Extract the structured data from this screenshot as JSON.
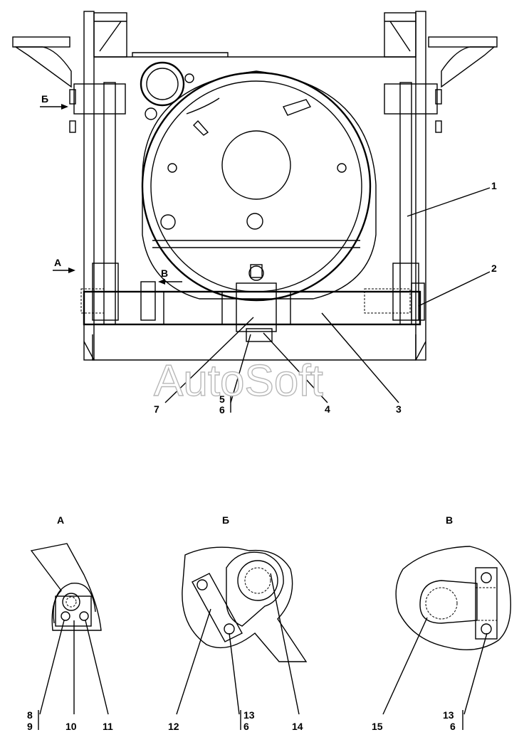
{
  "watermark": "AutoSoft",
  "main_view": {
    "view_markers": {
      "a": "А",
      "b": "Б",
      "v": "В"
    },
    "callouts": {
      "c1": "1",
      "c2": "2",
      "c3": "3",
      "c4": "4",
      "c5": "5",
      "c6": "6",
      "c7": "7"
    }
  },
  "detail_a": {
    "title": "А",
    "callouts": {
      "c8": "8",
      "c9": "9",
      "c10": "10",
      "c11": "11"
    }
  },
  "detail_b": {
    "title": "Б",
    "callouts": {
      "c12": "12",
      "c13": "13",
      "c6": "6",
      "c14": "14"
    }
  },
  "detail_v": {
    "title": "В",
    "callouts": {
      "c15": "15",
      "c13": "13",
      "c6": "6"
    }
  }
}
